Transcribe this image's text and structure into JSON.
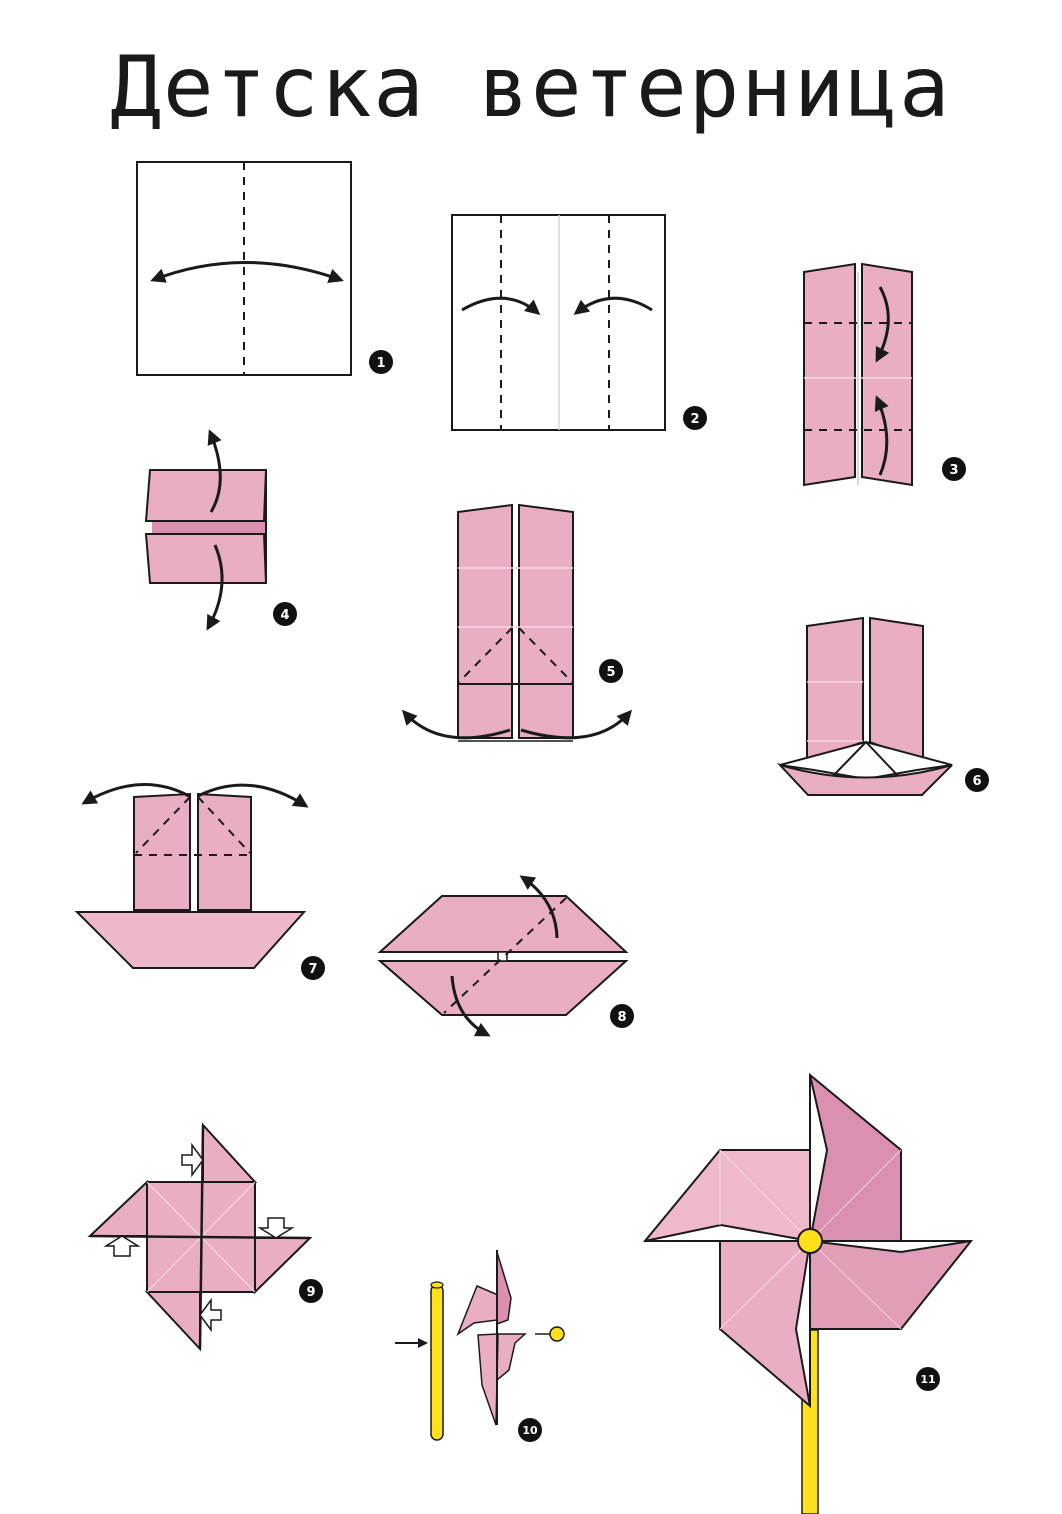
{
  "title": "Детска ветерница",
  "colors": {
    "paper_pink": "#eaaec4",
    "paper_pink_dark": "#db8fb1",
    "paper_pink_light": "#eeb9cb",
    "paper_white": "#ffffff",
    "line": "#1a1a1a",
    "crease_light": "#f7d6e2",
    "stick_yellow": "#ffe01a",
    "badge": "#111111"
  },
  "steps": [
    {
      "number": "1",
      "description": "square paper with vertical center dashed crease, fold and unfold arrow"
    },
    {
      "number": "2",
      "description": "fold both edges to center crease"
    },
    {
      "number": "3",
      "description": "fold top and bottom to the middle"
    },
    {
      "number": "4",
      "description": "pull flaps open up and down"
    },
    {
      "number": "5",
      "description": "squash bottom corners outward"
    },
    {
      "number": "6",
      "description": "boat shape with sails"
    },
    {
      "number": "7",
      "description": "squash top corners outward"
    },
    {
      "number": "8",
      "description": "fold flaps diagonally along dashed line"
    },
    {
      "number": "9",
      "description": "pinwheel base with push arrows"
    },
    {
      "number": "10",
      "description": "attach to stick with pin"
    },
    {
      "number": "11",
      "description": "finished pinwheel on yellow stick"
    }
  ]
}
